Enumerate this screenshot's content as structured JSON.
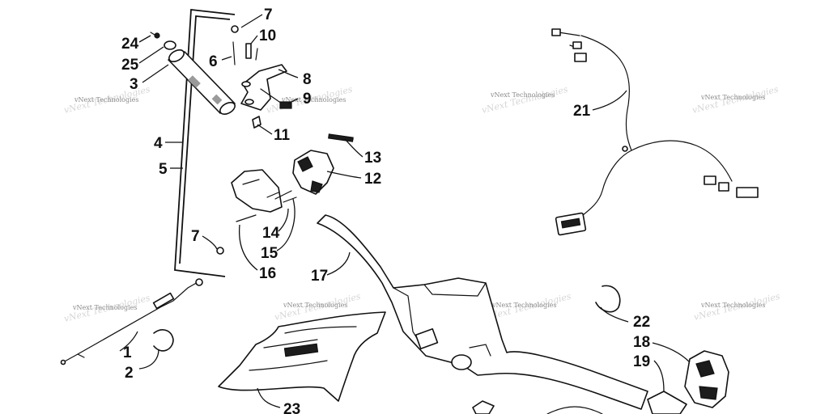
{
  "watermark_text": "vNext Technologies",
  "callouts": [
    {
      "id": "7a",
      "label": "7"
    },
    {
      "id": "10",
      "label": "10"
    },
    {
      "id": "24",
      "label": "24"
    },
    {
      "id": "6",
      "label": "6"
    },
    {
      "id": "25",
      "label": "25"
    },
    {
      "id": "8",
      "label": "8"
    },
    {
      "id": "3",
      "label": "3"
    },
    {
      "id": "9",
      "label": "9"
    },
    {
      "id": "21",
      "label": "21"
    },
    {
      "id": "11",
      "label": "11"
    },
    {
      "id": "4",
      "label": "4"
    },
    {
      "id": "13",
      "label": "13"
    },
    {
      "id": "5",
      "label": "5"
    },
    {
      "id": "12",
      "label": "12"
    },
    {
      "id": "7b",
      "label": "7"
    },
    {
      "id": "14",
      "label": "14"
    },
    {
      "id": "15",
      "label": "15"
    },
    {
      "id": "16",
      "label": "16"
    },
    {
      "id": "17",
      "label": "17"
    },
    {
      "id": "22",
      "label": "22"
    },
    {
      "id": "1",
      "label": "1"
    },
    {
      "id": "18",
      "label": "18"
    },
    {
      "id": "2",
      "label": "2"
    },
    {
      "id": "19",
      "label": "19"
    },
    {
      "id": "23",
      "label": "23"
    }
  ]
}
